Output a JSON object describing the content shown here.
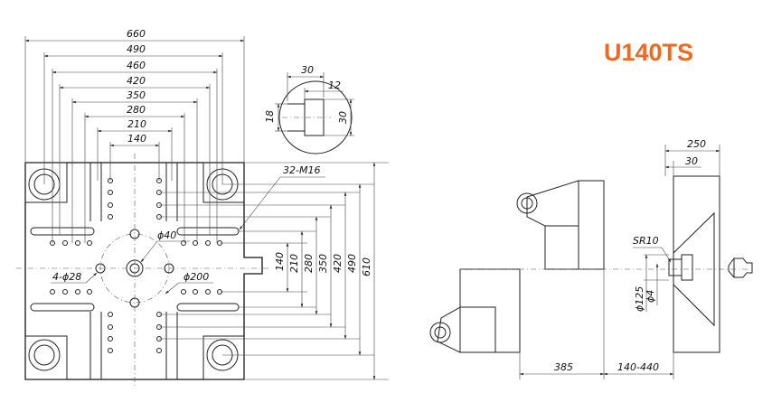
{
  "title": "U140TS",
  "accent_color": "#ee6a23",
  "platen": {
    "widths": [
      "660",
      "490",
      "460",
      "420",
      "350",
      "280",
      "210",
      "140"
    ],
    "heights": [
      "140",
      "210",
      "280",
      "350",
      "420",
      "490",
      "610"
    ],
    "holes_label": "32-M16",
    "center_hole_label": "ϕ40",
    "circle_label": "ϕ200",
    "ring_holes_label": "4-ϕ28"
  },
  "slot_detail": {
    "width": "30",
    "depth": "12",
    "neck": "18",
    "height": "30"
  },
  "side_view": {
    "dims": {
      "d250": "250",
      "d30": "30",
      "sr10": "SR10",
      "d125": "ϕ125",
      "d4": "ϕ4",
      "d385": "385",
      "stroke": "140-440"
    }
  }
}
